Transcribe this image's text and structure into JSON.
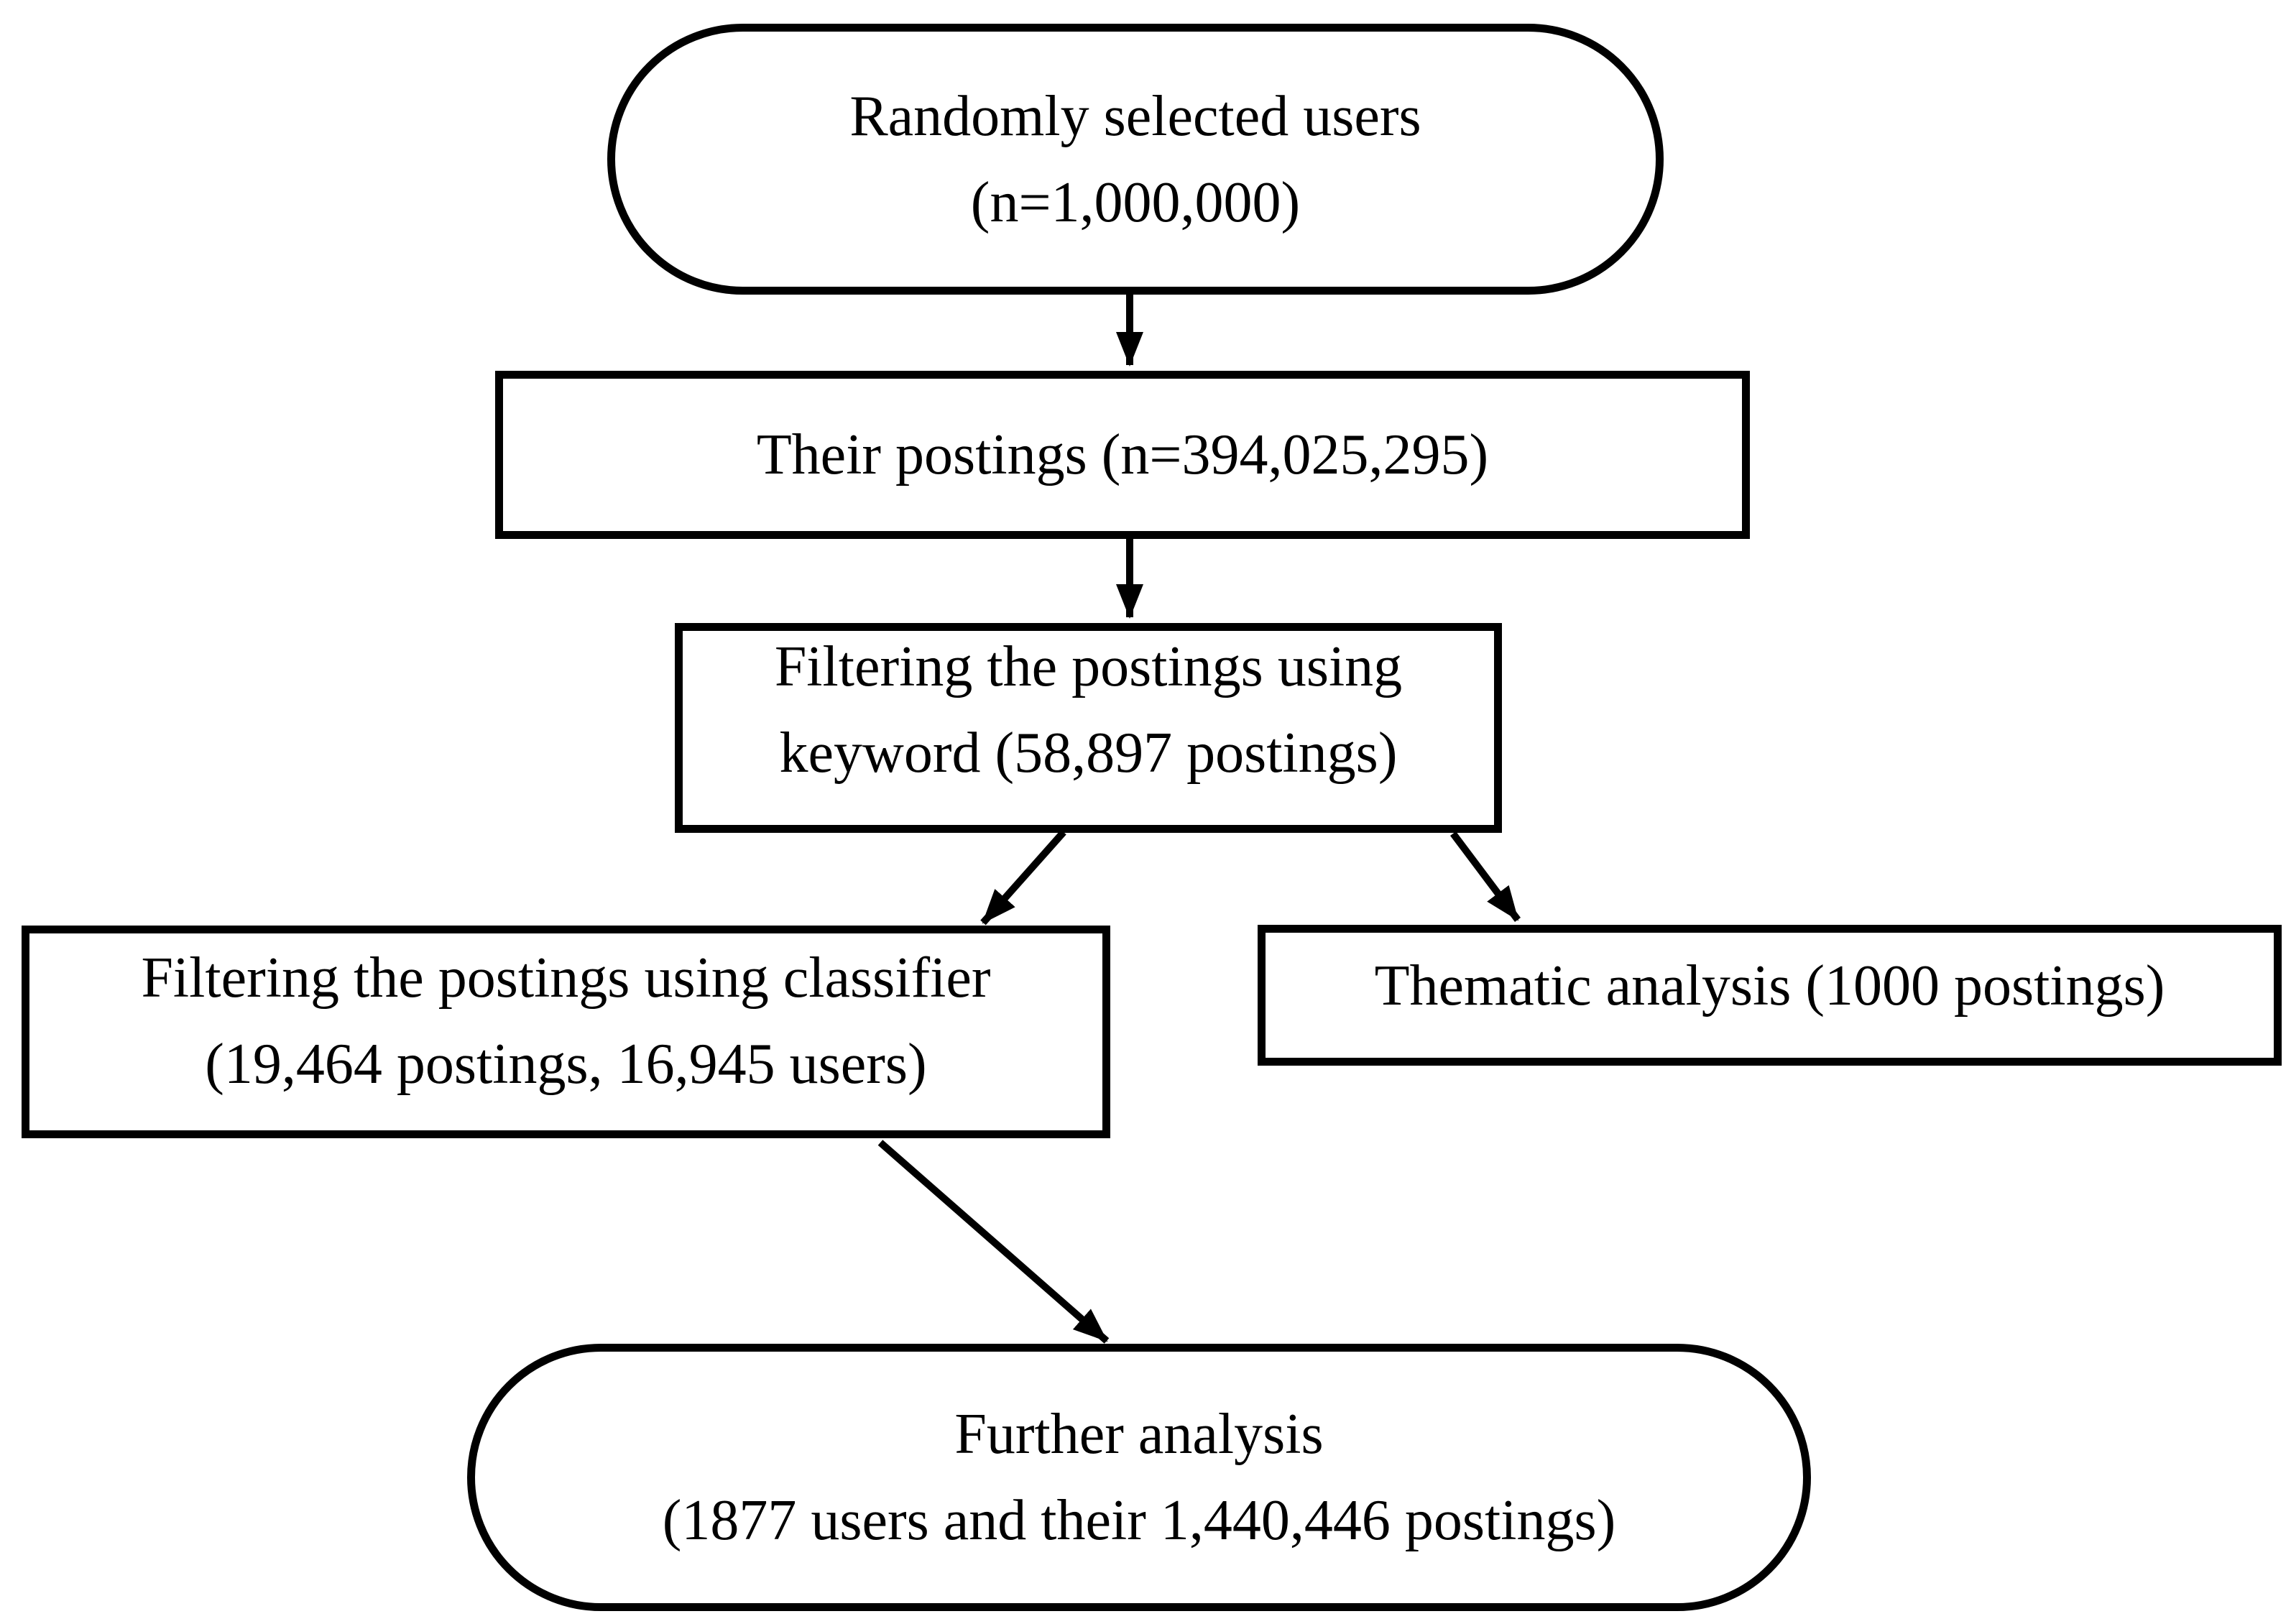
{
  "diagram": {
    "type": "flowchart",
    "background_color": "#ffffff",
    "stroke_color": "#000000",
    "text_color": "#000000",
    "nodes": {
      "randomly_selected_users": {
        "shape": "stadium",
        "line1": "Randomly selected users",
        "line2": "(n=1,000,000)"
      },
      "their_postings": {
        "shape": "rectangle",
        "line1": "Their postings (n=394,025,295)"
      },
      "keyword_filtering": {
        "shape": "rectangle",
        "line1": "Filtering the postings using",
        "line2": "keyword (58,897 postings)"
      },
      "classifier_filtering": {
        "shape": "rectangle",
        "line1": "Filtering the postings using classifier",
        "line2": "(19,464 postings, 16,945 users)"
      },
      "thematic_analysis": {
        "shape": "rectangle",
        "line1": "Thematic analysis (1000 postings)"
      },
      "further_analysis": {
        "shape": "stadium",
        "line1": "Further analysis",
        "line2": "(1877 users and their 1,440,446 postings)"
      }
    },
    "edges": [
      {
        "from": "randomly_selected_users",
        "to": "their_postings"
      },
      {
        "from": "their_postings",
        "to": "keyword_filtering"
      },
      {
        "from": "keyword_filtering",
        "to": "classifier_filtering"
      },
      {
        "from": "keyword_filtering",
        "to": "thematic_analysis"
      },
      {
        "from": "classifier_filtering",
        "to": "further_analysis"
      }
    ]
  }
}
